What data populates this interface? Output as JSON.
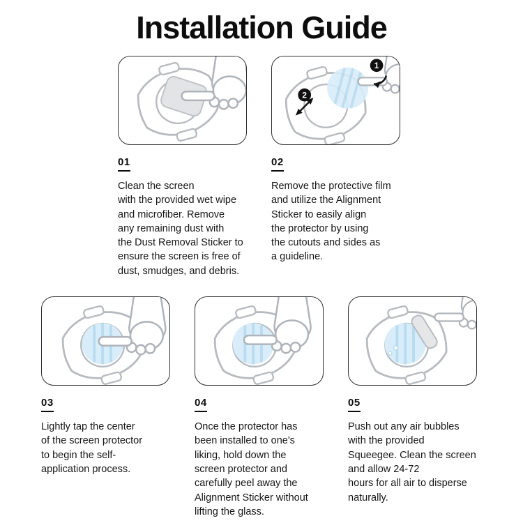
{
  "title": "Installation Guide",
  "steps": [
    {
      "number": "01",
      "text": "Clean the screen\nwith the provided wet wipe\nand microfiber. Remove\nany remaining dust with\nthe Dust Removal Sticker to\nensure the screen is free of\ndust, smudges, and debris."
    },
    {
      "number": "02",
      "text": "Remove the protective film\nand utilize the Alignment\nSticker to easily align\nthe protector by using\nthe cutouts and sides as\na guideline."
    },
    {
      "number": "03",
      "text": "Lightly tap the center\nof the screen protector\nto begin the self-\napplication process."
    },
    {
      "number": "04",
      "text": "Once the protector has\nbeen installed to one's\nliking, hold down the\nscreen protector and\ncarefully peel away the\nAlignment Sticker without\nlifting the glass."
    },
    {
      "number": "05",
      "text": "Push out any air bubbles\nwith the provided\nSqueegee. Clean the screen\nand allow 24-72\nhours for all air to disperse\nnaturally."
    }
  ],
  "annotations": {
    "badge1": "1",
    "badge2": "2"
  },
  "colors": {
    "film_blue": "#d8edf9",
    "film_stroke": "#b9dcf0",
    "line_gray": "#b7bbc0",
    "text": "#161616"
  }
}
